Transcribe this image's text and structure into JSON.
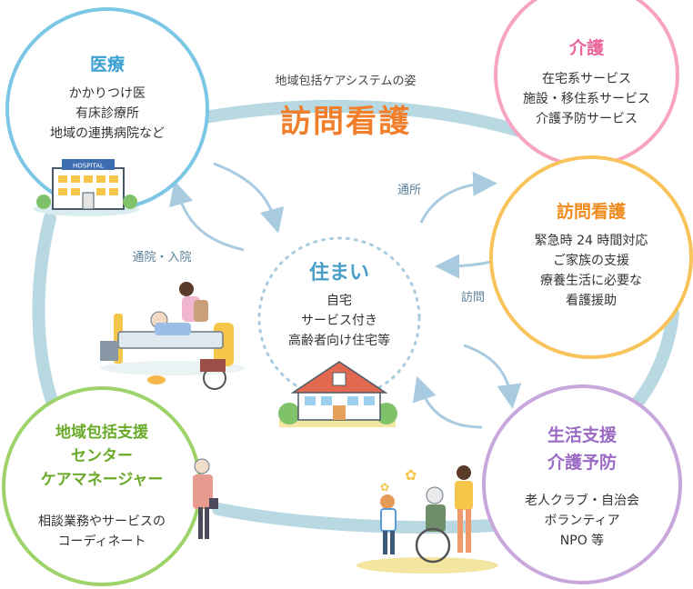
{
  "header": {
    "subtitle": "地域包括ケアシステムの姿",
    "title": "訪問看護"
  },
  "colors": {
    "medical": "#7cc6e6",
    "care": "#f7a4c4",
    "nursing": "#f8c35a",
    "life": "#c8a7dc",
    "center": "#9ed36a",
    "title": "#f07e2a",
    "ring": "#b9d9e2",
    "arrow": "#a9cbe0",
    "label": "#5a7f99"
  },
  "circles": {
    "medical": {
      "title": "医療",
      "lines": [
        "かかりつけ医",
        "有床診療所",
        "地域の連携病院など"
      ],
      "image_text": "HOSPITAL"
    },
    "care": {
      "title": "介護",
      "lines": [
        "在宅系サービス",
        "施設・移住系サービス",
        "介護予防サービス"
      ]
    },
    "nursing": {
      "title": "訪問看護",
      "lines": [
        "緊急時 24 時間対応",
        "ご家族の支援",
        "療養生活に必要な",
        "看護援助"
      ]
    },
    "life": {
      "title_lines": [
        "生活支援",
        "介護予防"
      ],
      "lines": [
        "老人クラブ・自治会",
        "ボランティア",
        "NPO 等"
      ]
    },
    "center": {
      "title_lines": [
        "地域包括支援",
        "センター",
        "ケアマネージャー"
      ],
      "lines": [
        "相談業務やサービスの",
        "コーディネート"
      ]
    }
  },
  "home": {
    "title": "住まい",
    "lines": [
      "自宅",
      "サービス付き",
      "高齢者向け住宅等"
    ]
  },
  "arrows": {
    "hospital": "通院・入院",
    "commute": "通所",
    "visit": "訪問"
  }
}
